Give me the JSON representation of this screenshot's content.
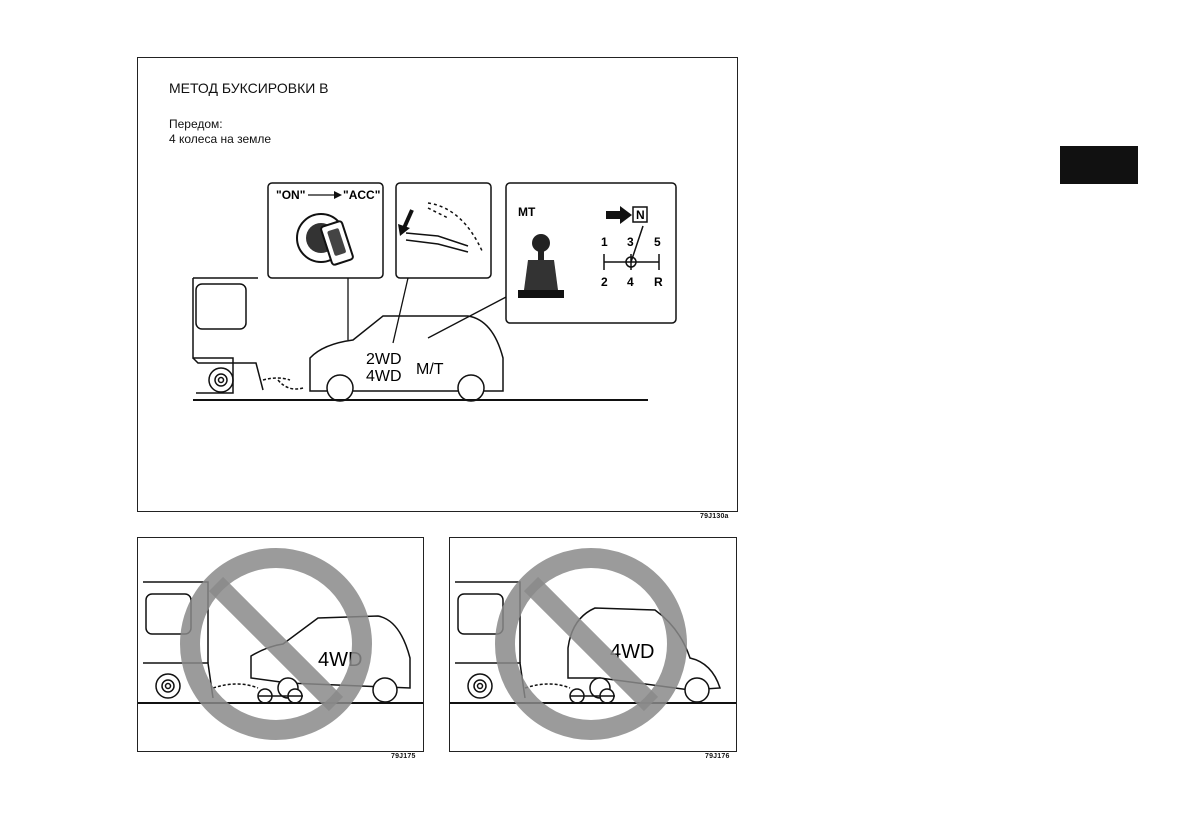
{
  "main_figure": {
    "title": "МЕТОД БУКСИРОВКИ В",
    "note_line1": "Передом:",
    "note_line2": "4 колеса на земле",
    "ignition_from": "\"ON\"",
    "ignition_to": "\"ACC\"",
    "transmission_label": "MT",
    "neutral_label": "N",
    "gear_top": [
      "1",
      "3",
      "5"
    ],
    "gear_bottom": [
      "2",
      "4",
      "R"
    ],
    "drive_2wd": "2WD",
    "drive_4wd": "4WD",
    "gearbox": "M/T",
    "code": "79J130a"
  },
  "left_figure": {
    "label": "4WD",
    "code": "79J175"
  },
  "right_figure": {
    "label": "4WD",
    "code": "79J176"
  },
  "colors": {
    "prohibit": "#8a8a8a",
    "line": "#111111",
    "tab": "#111111"
  }
}
